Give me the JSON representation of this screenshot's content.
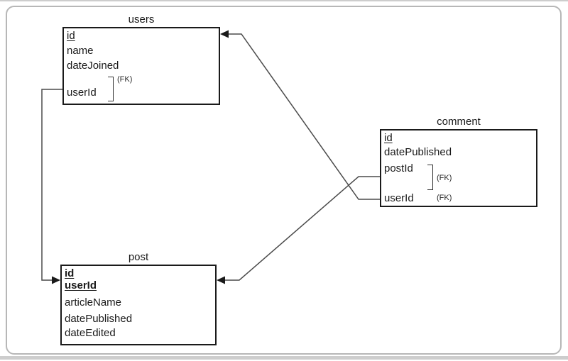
{
  "diagram": {
    "fk_label": "(FK)",
    "tables": [
      {
        "name": "users",
        "fields": [
          {
            "label": "id",
            "key": "primary"
          },
          {
            "label": "name",
            "key": ""
          },
          {
            "label": "dateJoined",
            "key": ""
          },
          {
            "label": "userId",
            "key": "foreign"
          }
        ]
      },
      {
        "name": "comment",
        "fields": [
          {
            "label": "id",
            "key": "primary"
          },
          {
            "label": "datePublished",
            "key": ""
          },
          {
            "label": "postId",
            "key": "foreign"
          },
          {
            "label": "userId",
            "key": "foreign"
          }
        ]
      },
      {
        "name": "post",
        "fields": [
          {
            "label": "id",
            "key": "primary"
          },
          {
            "label": "userId",
            "key": "primary-foreign"
          },
          {
            "label": "articleName",
            "key": ""
          },
          {
            "label": "datePublished",
            "key": ""
          },
          {
            "label": "dateEdited",
            "key": ""
          }
        ]
      }
    ],
    "relationships": [
      {
        "from": "comment.userId",
        "to": "users.id"
      },
      {
        "from": "comment.postId",
        "to": "post.id"
      },
      {
        "from": "users.userId",
        "to": "post.id"
      }
    ],
    "colors": {
      "wire": "#4a4a4a",
      "arrowhead": "#1a1a1a",
      "box_border": "#1a1a1a",
      "text": "#1a1a1a",
      "card_border": "#b7b7b7"
    }
  }
}
